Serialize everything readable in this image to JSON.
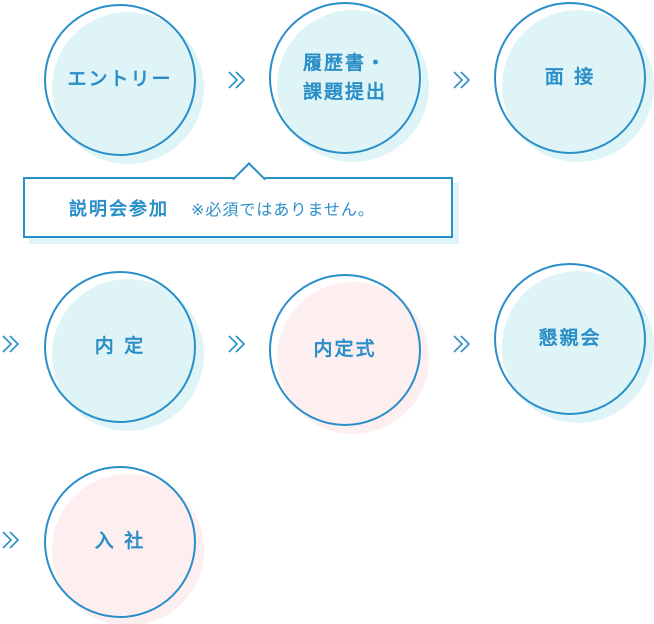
{
  "colors": {
    "accent": "#2a8fc9",
    "blue_fill": "#dff4f6",
    "pink_fill": "#fdeef0"
  },
  "steps": [
    {
      "label": "エントリー",
      "variant": "blue"
    },
    {
      "label": "履歴書・課題提出",
      "variant": "blue"
    },
    {
      "label": "面 接",
      "variant": "blue"
    },
    {
      "label": "内 定",
      "variant": "blue"
    },
    {
      "label": "内定式",
      "variant": "pink"
    },
    {
      "label": "懇親会",
      "variant": "blue"
    },
    {
      "label": "入 社",
      "variant": "pink"
    }
  ],
  "callout": {
    "title": "説明会参加",
    "note": "※必須ではありません。"
  },
  "arrow_icon": "double-chevron-right-icon"
}
